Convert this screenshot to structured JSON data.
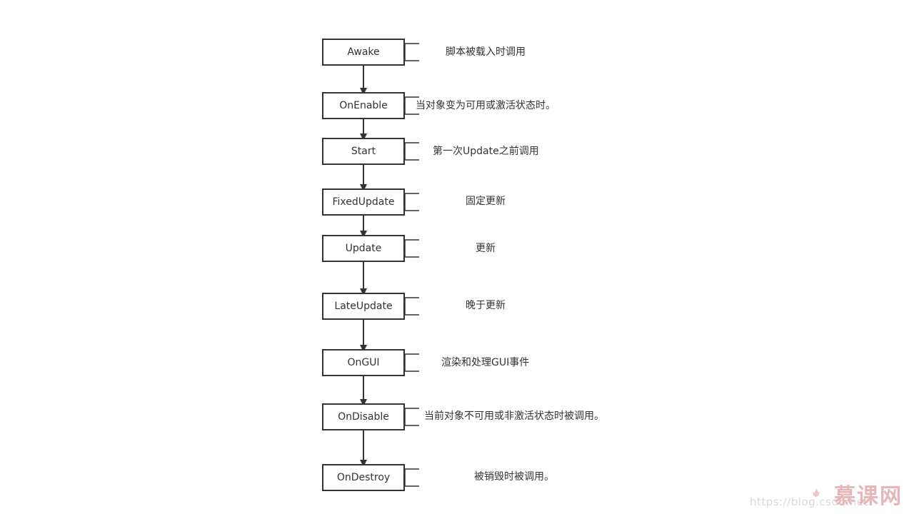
{
  "nodes": [
    {
      "label": "Awake",
      "note": "脚本被载入时调用"
    },
    {
      "label": "OnEnable",
      "note": "当对象变为可用或激活状态时。"
    },
    {
      "label": "Start",
      "note": "第一次Update之前调用"
    },
    {
      "label": "FixedUpdate",
      "note": "固定更新"
    },
    {
      "label": "Update",
      "note": "更新"
    },
    {
      "label": "LateUpdate",
      "note": "晚于更新"
    },
    {
      "label": "OnGUI",
      "note": "渲染和处理GUI事件"
    },
    {
      "label": "OnDisable",
      "note": "当前对象不可用或非激活状态时被调用。"
    },
    {
      "label": "OnDestroy",
      "note": "被销毁时被调用。"
    }
  ],
  "watermark": {
    "brand": "慕课网",
    "url": "https://blog.csdn.net"
  },
  "colors": {
    "stroke": "#333333",
    "watermark_pink": "#e6b7b7"
  }
}
